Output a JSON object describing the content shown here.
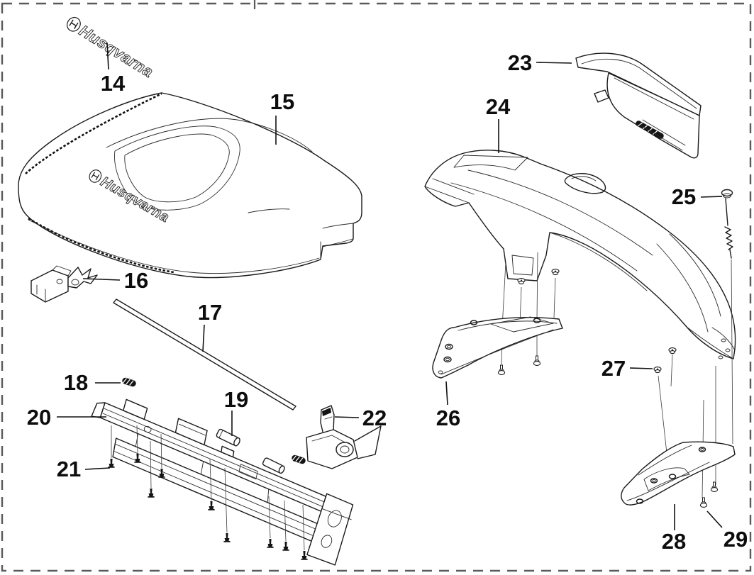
{
  "diagram": {
    "type": "exploded-parts-diagram",
    "subject": "robotic mower top cover and chassis parts",
    "brand_wordmark": "Husqvarna",
    "background": "#ffffff",
    "line_color": "#1a1a1a",
    "border_style": "dashed"
  },
  "parts": [
    {
      "number": "14",
      "name": "logo-decal"
    },
    {
      "number": "15",
      "name": "top-cover"
    },
    {
      "number": "16",
      "name": "latch"
    },
    {
      "number": "17",
      "name": "rod"
    },
    {
      "number": "18",
      "name": "spring"
    },
    {
      "number": "19",
      "name": "pin"
    },
    {
      "number": "20",
      "name": "chassis-rail"
    },
    {
      "number": "21",
      "name": "screw-set"
    },
    {
      "number": "22",
      "name": "bracket"
    },
    {
      "number": "23",
      "name": "hatch-cover"
    },
    {
      "number": "24",
      "name": "rear-body-cover"
    },
    {
      "number": "25",
      "name": "long-screw"
    },
    {
      "number": "26",
      "name": "left-skid-plate"
    },
    {
      "number": "27",
      "name": "nut"
    },
    {
      "number": "28",
      "name": "right-skid-plate"
    },
    {
      "number": "29",
      "name": "screw"
    }
  ]
}
